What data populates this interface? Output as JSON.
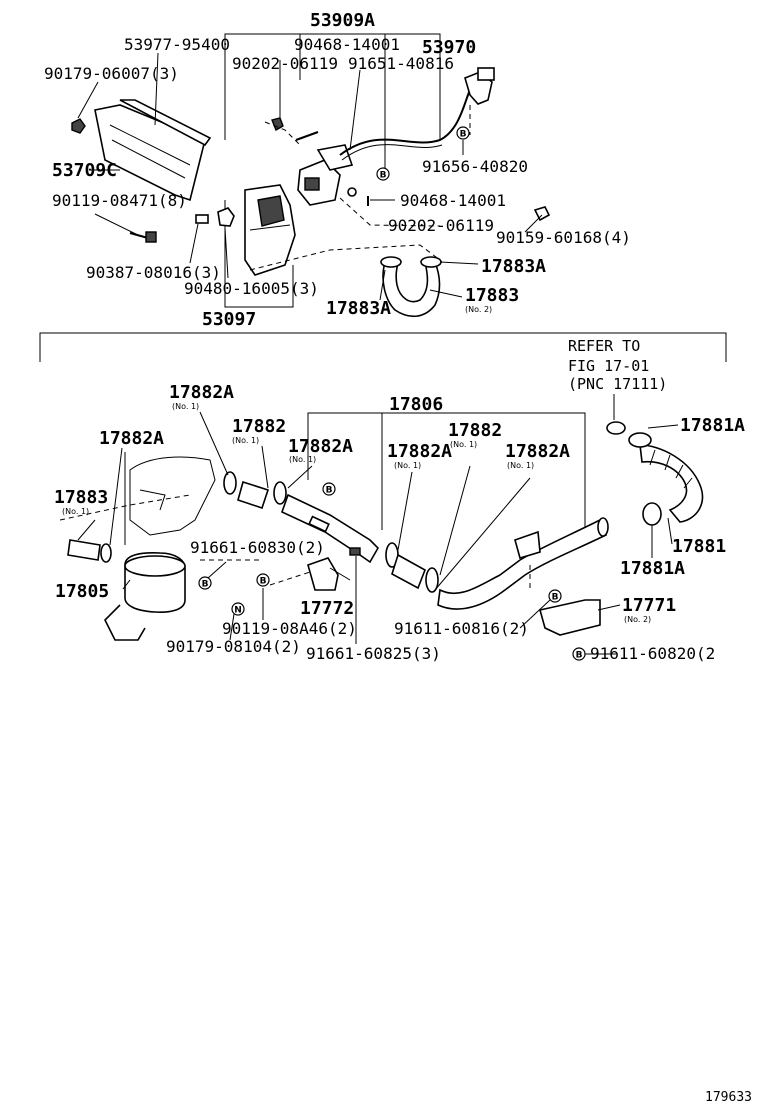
{
  "top": {
    "group_53909A": "53909A",
    "p53977": "53977-95400",
    "p90468a": "90468-14001",
    "p53970": "53970",
    "p90179a": "90179-06007(3)",
    "p90202a": "90202-06119",
    "p91651": "91651-40816",
    "p53709C": "53709C",
    "p91656": "91656-40820",
    "p90119a": "90119-08471(8)",
    "p90468b": "90468-14001",
    "p90202b": "90202-06119",
    "p90159": "90159-60168(4)",
    "p90387": "90387-08016(3)",
    "p90480": "90480-16005(3)",
    "p17883A_a": "17883A",
    "p17883": "17883",
    "p17883_sub": "(No. 2)",
    "p17883A_b": "17883A",
    "group_53097": "53097"
  },
  "bottom": {
    "refer_line1": "REFER TO",
    "refer_line2": "FIG 17-01",
    "refer_line3": "(PNC 17111)",
    "p17882A_1": "17882A",
    "p17882A_1_sub": "(No. 1)",
    "p17806": "17806",
    "p17882_1": "17882",
    "p17882_1_sub": "(No. 1)",
    "p17882_2": "17882",
    "p17882_2_sub": "(No. 1)",
    "p17881A_a": "17881A",
    "p17882A_2": "17882A",
    "p17882A_3": "17882A",
    "p17882A_3_sub": "(No. 1)",
    "p17882A_4": "17882A",
    "p17882A_4_sub": "(No. 1)",
    "p17882A_5": "17882A",
    "p17882A_5_sub": "(No. 1)",
    "p17883": "17883",
    "p17883_sub": "(No. 1)",
    "p91661a": "91661-60830(2)",
    "p17881": "17881",
    "p17881A_b": "17881A",
    "p17805": "17805",
    "p17772": "17772",
    "p17771": "17771",
    "p17771_sub": "(No. 2)",
    "p90119b": "90119-08A46(2)",
    "p91611a": "91611-60816(2)",
    "p90179b": "90179-08104(2)",
    "p91661b": "91661-60825(3)",
    "p91611b": "91611-60820(2"
  },
  "marker_B": "B",
  "marker_N": "N",
  "page_number": "179633"
}
